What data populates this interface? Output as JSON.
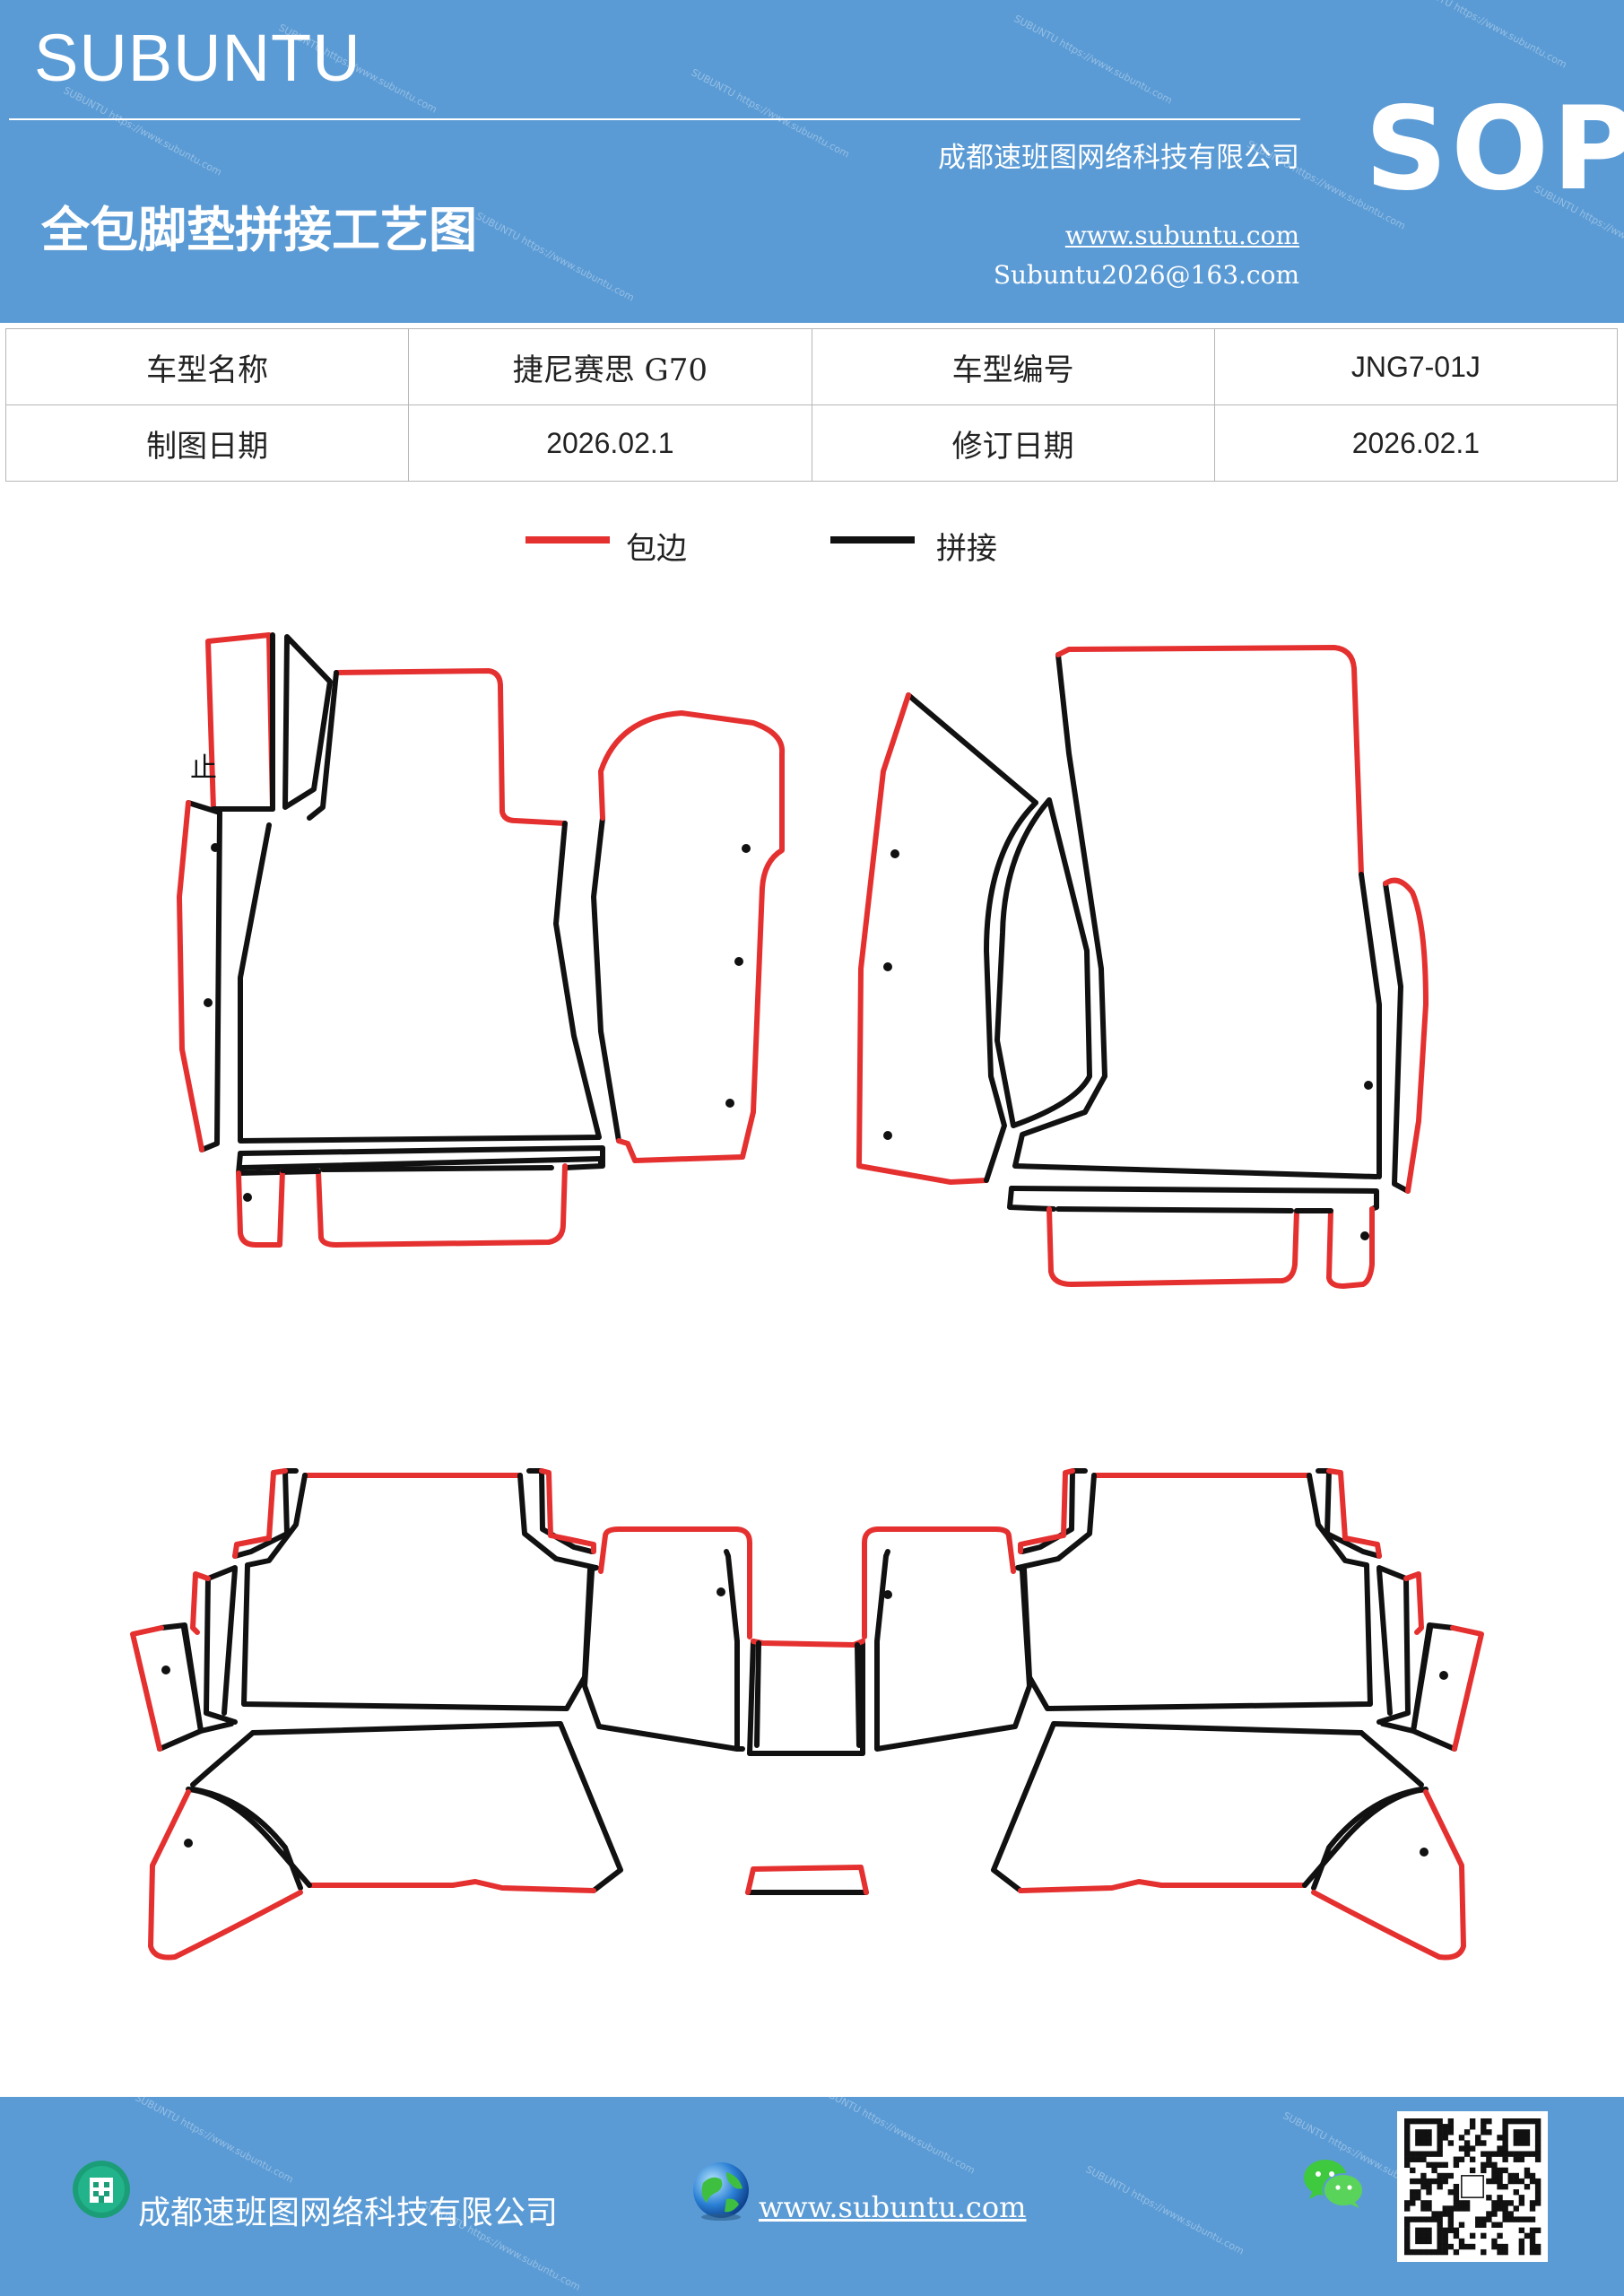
{
  "header": {
    "brand": "SUBUNTU",
    "company": "成都速班图网络科技有限公司",
    "doc_title": "全包脚垫拼接工艺图",
    "website": "www.subuntu.com",
    "email": "Subuntu2026@163.com",
    "badge": "SOP"
  },
  "info_table": {
    "row1": {
      "label1": "车型名称",
      "value1": "捷尼赛思 G70",
      "label2": "车型编号",
      "value2": "JNG7-01J"
    },
    "row2": {
      "label1": "制图日期",
      "value1": "2026.02.1",
      "label2": "修订日期",
      "value2": "2026.02.1"
    }
  },
  "legend": {
    "edge_label": "包边",
    "edge_color": "#e53030",
    "seam_label": "拼接",
    "seam_color": "#111111"
  },
  "diagram": {
    "mark_label": "止"
  },
  "footer": {
    "company": "成都速班图网络科技有限公司",
    "website": "www.subuntu.com",
    "icons": [
      "building-icon",
      "globe-icon",
      "wechat-icon",
      "qr-code"
    ]
  }
}
